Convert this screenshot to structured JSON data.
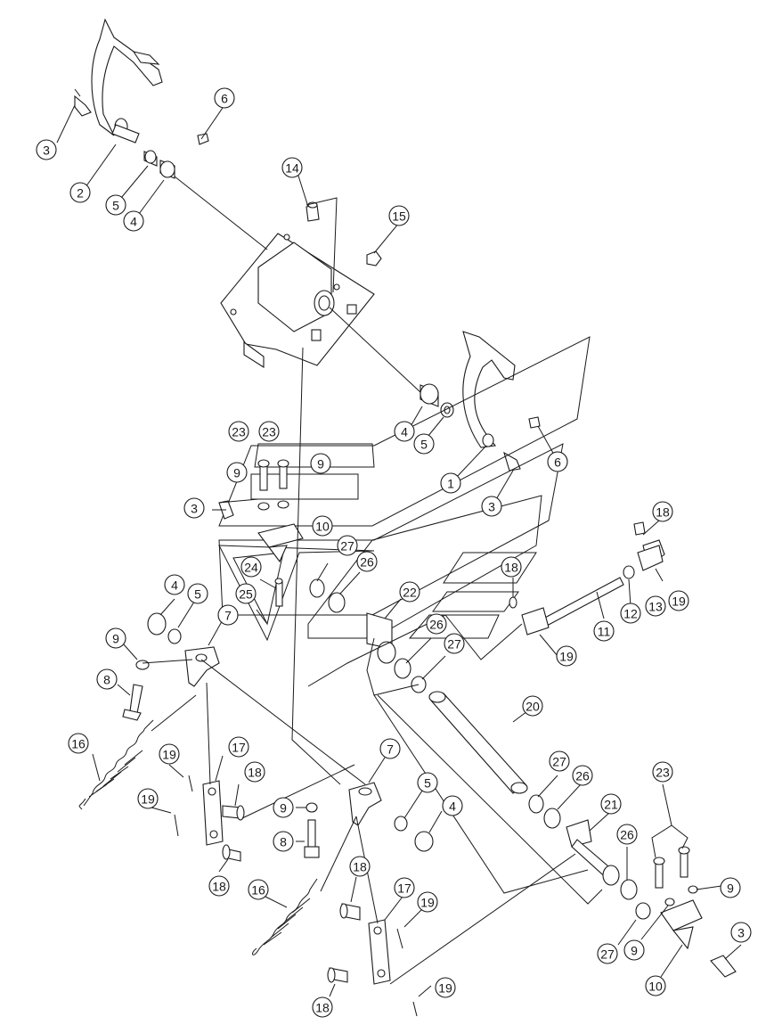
{
  "diagram": {
    "callouts": [
      {
        "id": "c3a",
        "label": "3"
      },
      {
        "id": "c2",
        "label": "2"
      },
      {
        "id": "c5a",
        "label": "5"
      },
      {
        "id": "c4a",
        "label": "4"
      },
      {
        "id": "c6a",
        "label": "6"
      },
      {
        "id": "c14",
        "label": "14"
      },
      {
        "id": "c15",
        "label": "15"
      },
      {
        "id": "c4b",
        "label": "4"
      },
      {
        "id": "c5b",
        "label": "5"
      },
      {
        "id": "c1",
        "label": "1"
      },
      {
        "id": "c6b",
        "label": "6"
      },
      {
        "id": "c3b",
        "label": "3"
      },
      {
        "id": "c23a",
        "label": "23"
      },
      {
        "id": "c23b",
        "label": "23"
      },
      {
        "id": "c9a",
        "label": "9"
      },
      {
        "id": "c9b",
        "label": "9"
      },
      {
        "id": "c3c",
        "label": "3"
      },
      {
        "id": "c10a",
        "label": "10"
      },
      {
        "id": "c27a",
        "label": "27"
      },
      {
        "id": "c26a",
        "label": "26"
      },
      {
        "id": "c24",
        "label": "24"
      },
      {
        "id": "c25",
        "label": "25"
      },
      {
        "id": "c22",
        "label": "22"
      },
      {
        "id": "c4c",
        "label": "4"
      },
      {
        "id": "c5c",
        "label": "5"
      },
      {
        "id": "c7a",
        "label": "7"
      },
      {
        "id": "c9c",
        "label": "9"
      },
      {
        "id": "c8a",
        "label": "8"
      },
      {
        "id": "c18a",
        "label": "18"
      },
      {
        "id": "c19a",
        "label": "19"
      },
      {
        "id": "c13",
        "label": "13"
      },
      {
        "id": "c12",
        "label": "12"
      },
      {
        "id": "c11",
        "label": "11"
      },
      {
        "id": "c18b",
        "label": "18"
      },
      {
        "id": "c19b",
        "label": "19"
      },
      {
        "id": "c26b",
        "label": "26"
      },
      {
        "id": "c27b",
        "label": "27"
      },
      {
        "id": "c20",
        "label": "20"
      },
      {
        "id": "c16a",
        "label": "16"
      },
      {
        "id": "c19c",
        "label": "19"
      },
      {
        "id": "c17a",
        "label": "17"
      },
      {
        "id": "c18c",
        "label": "18"
      },
      {
        "id": "c19d",
        "label": "19"
      },
      {
        "id": "c18d",
        "label": "18"
      },
      {
        "id": "c7b",
        "label": "7"
      },
      {
        "id": "c5d",
        "label": "5"
      },
      {
        "id": "c4d",
        "label": "4"
      },
      {
        "id": "c9d",
        "label": "9"
      },
      {
        "id": "c8b",
        "label": "8"
      },
      {
        "id": "c27c",
        "label": "27"
      },
      {
        "id": "c26c",
        "label": "26"
      },
      {
        "id": "c21",
        "label": "21"
      },
      {
        "id": "c23c",
        "label": "23"
      },
      {
        "id": "c26d",
        "label": "26"
      },
      {
        "id": "c9e",
        "label": "9"
      },
      {
        "id": "c16b",
        "label": "16"
      },
      {
        "id": "c18e",
        "label": "18"
      },
      {
        "id": "c17b",
        "label": "17"
      },
      {
        "id": "c19e",
        "label": "19"
      },
      {
        "id": "c18f",
        "label": "18"
      },
      {
        "id": "c19f",
        "label": "19"
      },
      {
        "id": "c27d",
        "label": "27"
      },
      {
        "id": "c9f",
        "label": "9"
      },
      {
        "id": "c3d",
        "label": "3"
      },
      {
        "id": "c10b",
        "label": "10"
      }
    ]
  }
}
